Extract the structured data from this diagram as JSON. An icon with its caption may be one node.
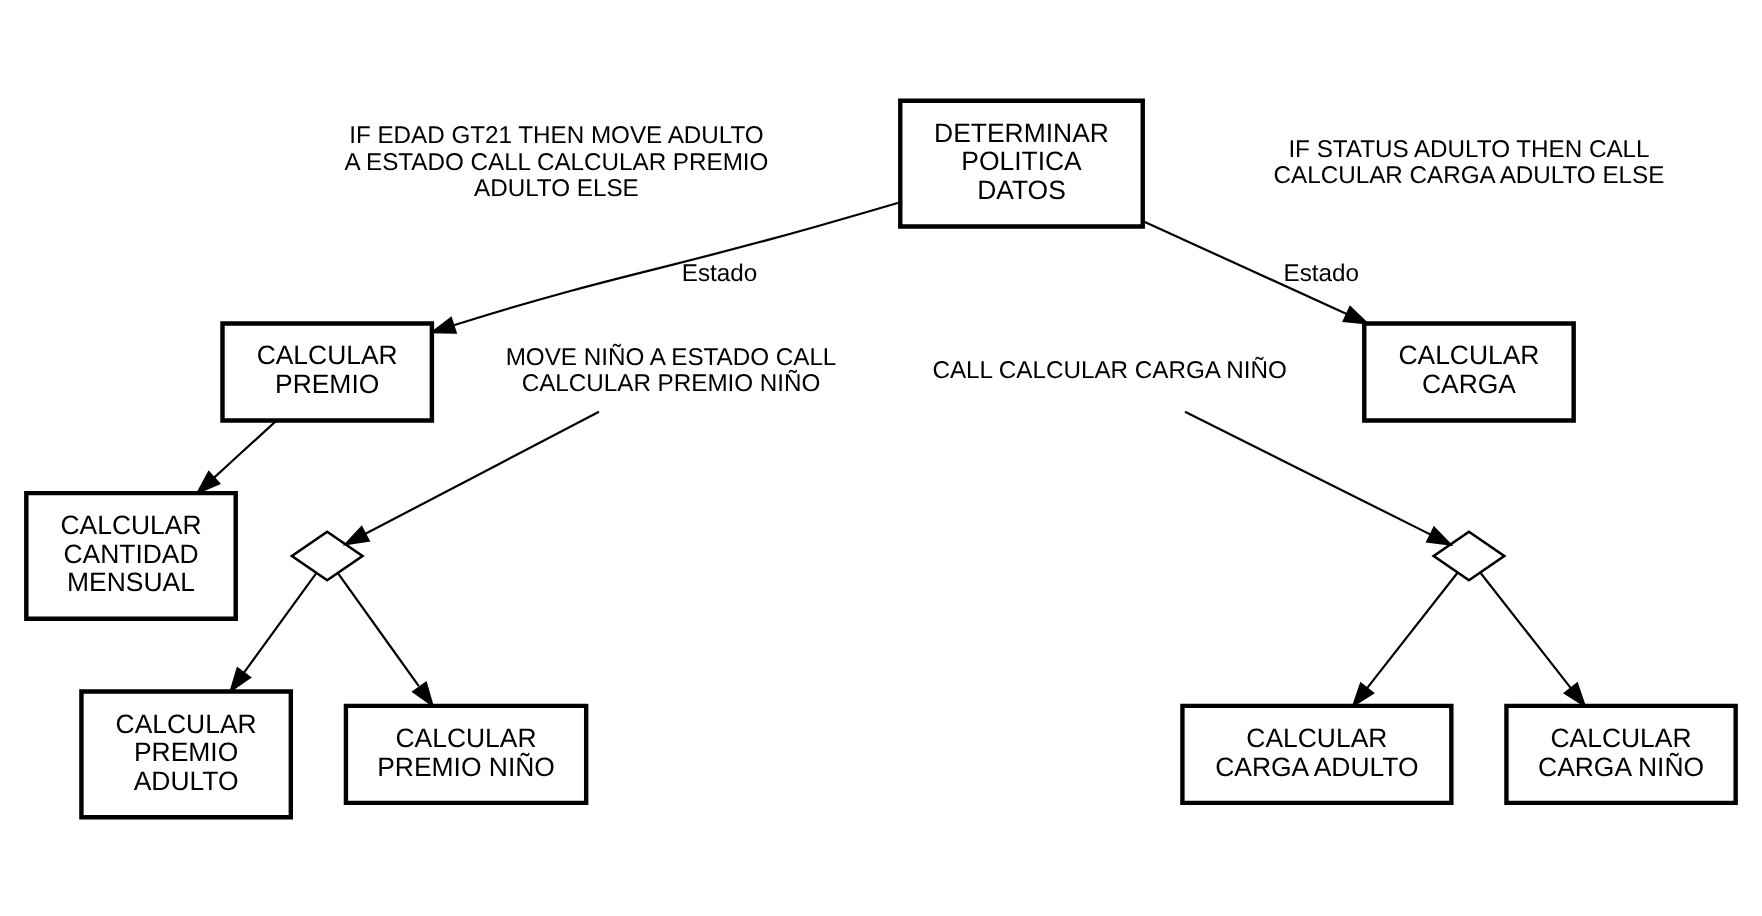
{
  "diagram": {
    "nodes": [
      {
        "text": [
          "DETERMINAR POLITICA DATOS"
        ]
      },
      {
        "text": [
          "CALCULAR PREMIO"
        ]
      },
      {
        "text": [
          "CALCULAR CARGA"
        ]
      },
      {
        "text": [],
        "shape": "diamond"
      },
      {
        "text": [],
        "shape": "diamond"
      },
      {
        "text": [
          "CALCULAR PREMIO ADULTO"
        ]
      },
      {
        "text": [
          "CALCULAR PREMIO NIÑO"
        ]
      },
      {
        "text": [
          "CALCULAR CANTIDAD MENSUAL"
        ]
      },
      {
        "text": [
          "CALCULAR CARGA ADULTO"
        ]
      },
      {
        "text": [
          "CALCULAR CARGA NIÑO"
        ]
      },
      {
        "text": [
          "MOVE NIÑO A ESTADO CALL CALCULAR PREMIO NIÑO"
        ]
      },
      {
        "text": [
          "CALL CALCULAR CARGA NIÑO"
        ]
      }
    ],
    "edges": [
      {
        "from": 0,
        "to": 1,
        "arrow": "to",
        "label": "Estado"
      },
      {
        "from": 0,
        "to": 2,
        "arrow": "to",
        "label": "Estado"
      },
      {
        "from": 3,
        "to": 5,
        "arrow": "to"
      },
      {
        "from": 3,
        "to": 6,
        "arrow": "to"
      },
      {
        "from": 1,
        "to": 7,
        "arrow": "to"
      },
      {
        "from": 4,
        "to": 8,
        "arrow": "to"
      },
      {
        "from": 4,
        "to": 9,
        "arrow": "to"
      },
      {
        "from": 10,
        "to": 3,
        "arrow": "to"
      },
      {
        "from": 11,
        "to": 4,
        "arrow": "to"
      }
    ],
    "labels": [
      "IF EDAD GT21 THEN MOVE ADULTO A ESTADO CALL CALCULAR PREMIO ADULTO ELSE",
      "IF STATUS ADULTO THEN CALL CALCULAR CARGA ADULTO ELSE"
    ]
  }
}
